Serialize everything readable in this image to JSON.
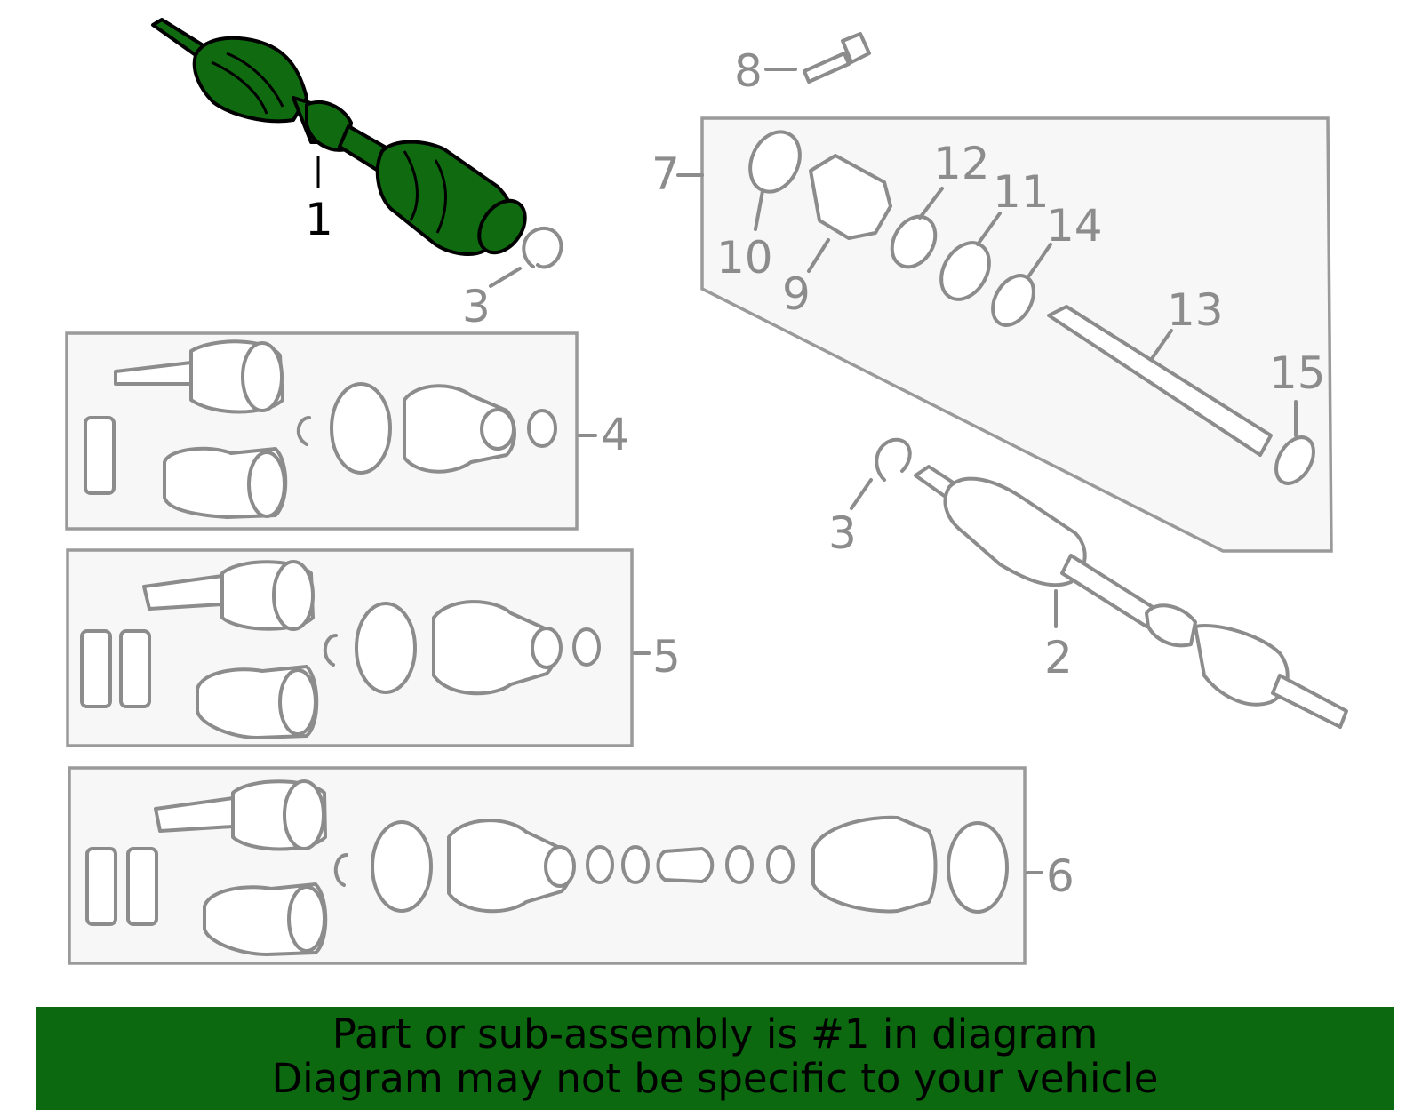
{
  "callouts": {
    "c1": "1",
    "c2": "2",
    "c3a": "3",
    "c3b": "3",
    "c4": "4",
    "c5": "5",
    "c6": "6",
    "c7": "7",
    "c8": "8",
    "c9": "9",
    "c10": "10",
    "c11": "11",
    "c12": "12",
    "c13": "13",
    "c14": "14",
    "c15": "15"
  },
  "banner": {
    "line1": "Part or sub-assembly is #1 in diagram",
    "line2": "Diagram may not be specific to your vehicle"
  },
  "colors": {
    "highlight": "#0f6a10",
    "banner": "#0c690f",
    "linework": "#8c8c8c"
  }
}
